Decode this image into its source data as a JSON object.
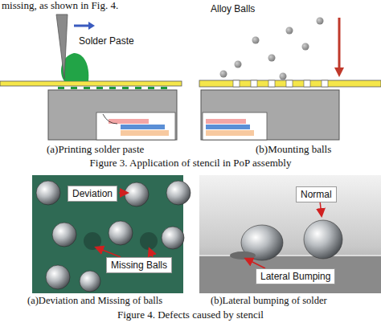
{
  "diagram": {
    "nodes": [
      {
        "text": [
          "Deviation"
        ]
      },
      {
        "text": [
          "Missing Balls"
        ]
      },
      {
        "text": [
          "Normal"
        ]
      },
      {
        "text": [
          "Lateral Bumping"
        ]
      }
    ],
    "labels": [
      "missing, as shown in Fig. 4.",
      "Solder Paste",
      "Alloy Balls",
      "(a)Printing solder paste",
      "(b)Mounting balls",
      "Figure 3. Application of stencil in PoP assembly",
      "(a)Deviation and Missing of balls",
      "(b)Lateral bumping of solder",
      "Figure 4. Defects caused by stencil"
    ]
  }
}
